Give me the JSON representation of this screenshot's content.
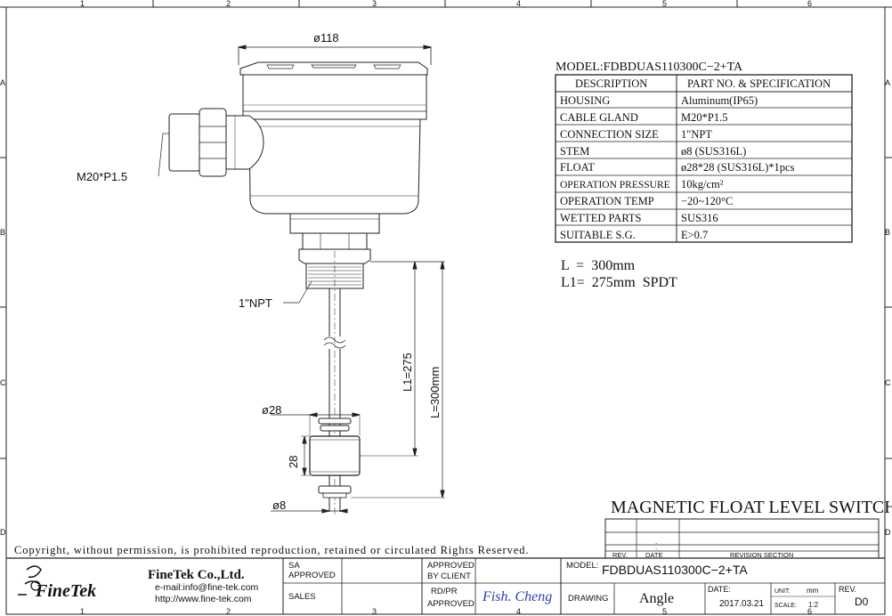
{
  "grid": {
    "columns": [
      "1",
      "2",
      "3",
      "4",
      "5",
      "6"
    ],
    "rows": [
      "A",
      "B",
      "C",
      "D"
    ]
  },
  "drawing": {
    "dim_housing_dia": "ø118",
    "cable_gland_label": "M20*P1.5",
    "npt_label": "1\"NPT",
    "dim_l1": "L1=275",
    "dim_l": "L=300mm",
    "dim_float_dia": "ø28",
    "dim_float_h": "28",
    "dim_stem_dia": "ø8"
  },
  "spec": {
    "model_line": "MODEL:FDBDUAS110300C−2+TA",
    "header_desc": "DESCRIPTION",
    "header_part": "PART NO. & SPECIFICATION",
    "rows": [
      {
        "desc": "HOUSING",
        "val": "Aluminum(IP65)"
      },
      {
        "desc": "CABLE GLAND",
        "val": "M20*P1.5"
      },
      {
        "desc": "CONNECTION SIZE",
        "val": "1\"NPT"
      },
      {
        "desc": "STEM",
        "val": "ø8 (SUS316L)"
      },
      {
        "desc": "FLOAT",
        "val": "ø28*28 (SUS316L)*1pcs"
      },
      {
        "desc": "OPERATION PRESSURE",
        "val": "10kg/cm²"
      },
      {
        "desc": "OPERATION TEMP",
        "val": "−20~120°C"
      },
      {
        "desc": "WETTED PARTS",
        "val": "SUS316"
      },
      {
        "desc": "SUITABLE S.G.",
        "val": "E>0.7"
      }
    ],
    "length_l": "L  =  300mm",
    "length_l1": "L1=  275mm  SPDT"
  },
  "title": {
    "product": "MAGNETIC FLOAT LEVEL SWITCH",
    "copyright": "Copyright, without permission, is prohibited reproduction, retained or circulated Rights Reserved.",
    "rev_label": "REV.",
    "date_label": "DATE",
    "revision_section": "REVISION SECTION",
    "rev_dot1": ".",
    "rev_dot2": "."
  },
  "titleblock": {
    "logo_text": "FineTek",
    "company": "FineTek Co.,Ltd.",
    "email": "e-mail:info@fine-tek.com",
    "web": "http://www.fine-tek.com",
    "sa_approved_1": "SA",
    "sa_approved_2": "APPROVED",
    "sales": "SALES",
    "approved_by_client_1": "APPROVED",
    "approved_by_client_2": "BY CLIENT",
    "rdpr_1": "RD/PR",
    "rdpr_2": "APPROVED",
    "signature": "Fish. Cheng",
    "model_label": "MODEL:",
    "model_value": "FDBDUAS110300C−2+TA",
    "drawing_label": "DRAWING",
    "drawing_value": "Angle",
    "date_label": "DATE:",
    "date_value": "2017.03.21",
    "unit_label": "UNIT:",
    "unit_value": "mm",
    "scale_label": "SCALE:",
    "scale_value": "1:2",
    "rev_label": "REV.",
    "rev_value": "D0"
  }
}
